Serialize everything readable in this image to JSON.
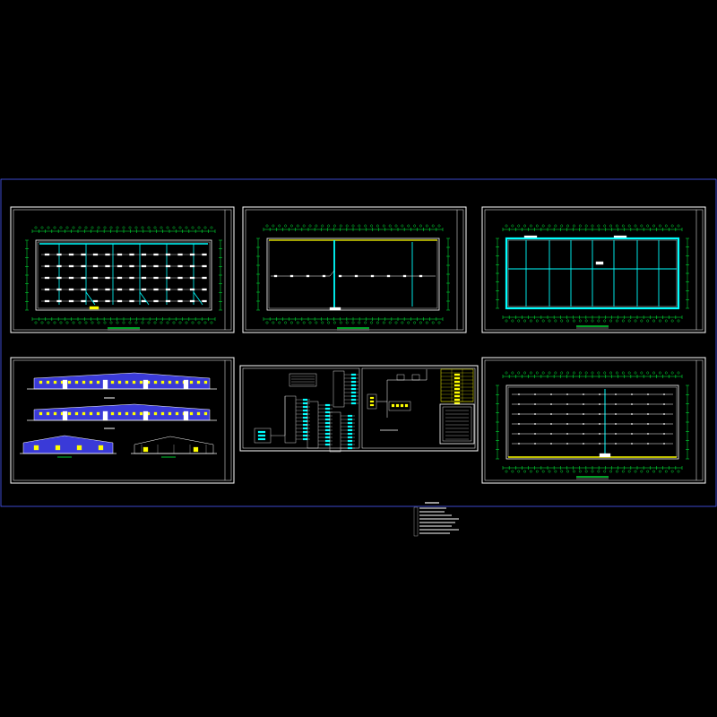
{
  "app": {
    "background_color": "#000000",
    "frame_color": "#4a5cff"
  },
  "colors": {
    "white": "#ffffff",
    "green": "#00ff3c",
    "cyan": "#00ffff",
    "yellow": "#ffff00",
    "blue": "#4a5cff",
    "elevation_fill": "#3a3ad8"
  },
  "sheets": [
    {
      "id": "sheet-1",
      "kind": "lighting-plan"
    },
    {
      "id": "sheet-2",
      "kind": "power-plan"
    },
    {
      "id": "sheet-3",
      "kind": "grounding-plan"
    },
    {
      "id": "sheet-4",
      "kind": "elevations"
    },
    {
      "id": "sheet-5",
      "kind": "distribution-system"
    },
    {
      "id": "sheet-6",
      "kind": "fire-alarm-plan"
    }
  ]
}
